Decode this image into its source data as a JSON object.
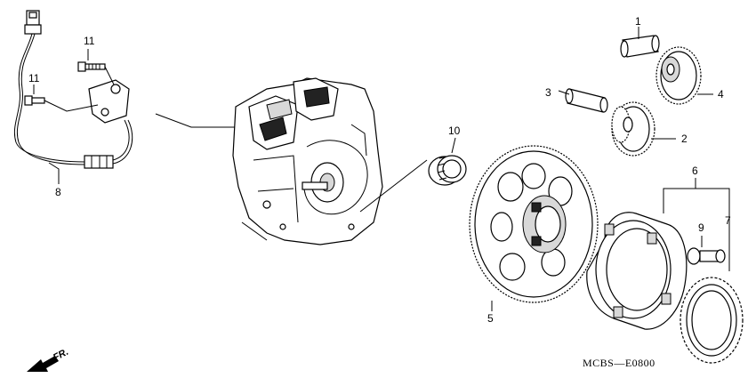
{
  "callouts": {
    "c1": "1",
    "c2": "2",
    "c3": "3",
    "c4": "4",
    "c5": "5",
    "c6": "6",
    "c7": "7",
    "c8": "8",
    "c9": "9",
    "c10": "10",
    "c11a": "11",
    "c11b": "11"
  },
  "diagram_code": "MCBS—E0800",
  "front_marker": "FR."
}
